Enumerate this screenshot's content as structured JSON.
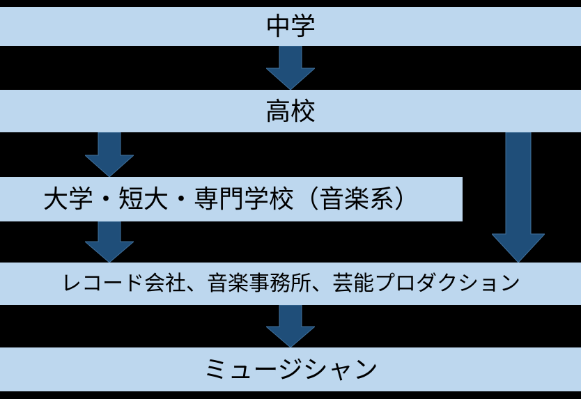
{
  "diagram": {
    "description": "Career path flowchart from middle school to musician (Japanese)",
    "nodes": [
      {
        "id": "chugaku",
        "label": "中学"
      },
      {
        "id": "koko",
        "label": "高校"
      },
      {
        "id": "daigaku",
        "label": "大学・短大・専門学校（音楽系）"
      },
      {
        "id": "record",
        "label": "レコード会社、音楽事務所、芸能プロダクション"
      },
      {
        "id": "musician",
        "label": "ミュージシャン"
      }
    ],
    "edges": [
      {
        "from": "chugaku",
        "to": "koko",
        "style": "short-down-arrow"
      },
      {
        "from": "koko",
        "to": "daigaku",
        "style": "short-down-arrow"
      },
      {
        "from": "koko",
        "to": "record",
        "style": "long-down-arrow-bypassing-daigaku"
      },
      {
        "from": "daigaku",
        "to": "record",
        "style": "short-down-arrow"
      },
      {
        "from": "record",
        "to": "musician",
        "style": "short-down-arrow"
      }
    ],
    "colors": {
      "background": "#000000",
      "band_bg": "#BDD7EE",
      "text": "#000000",
      "arrow_fill": "#1F4E79",
      "arrow_stroke": "#41719C"
    }
  }
}
